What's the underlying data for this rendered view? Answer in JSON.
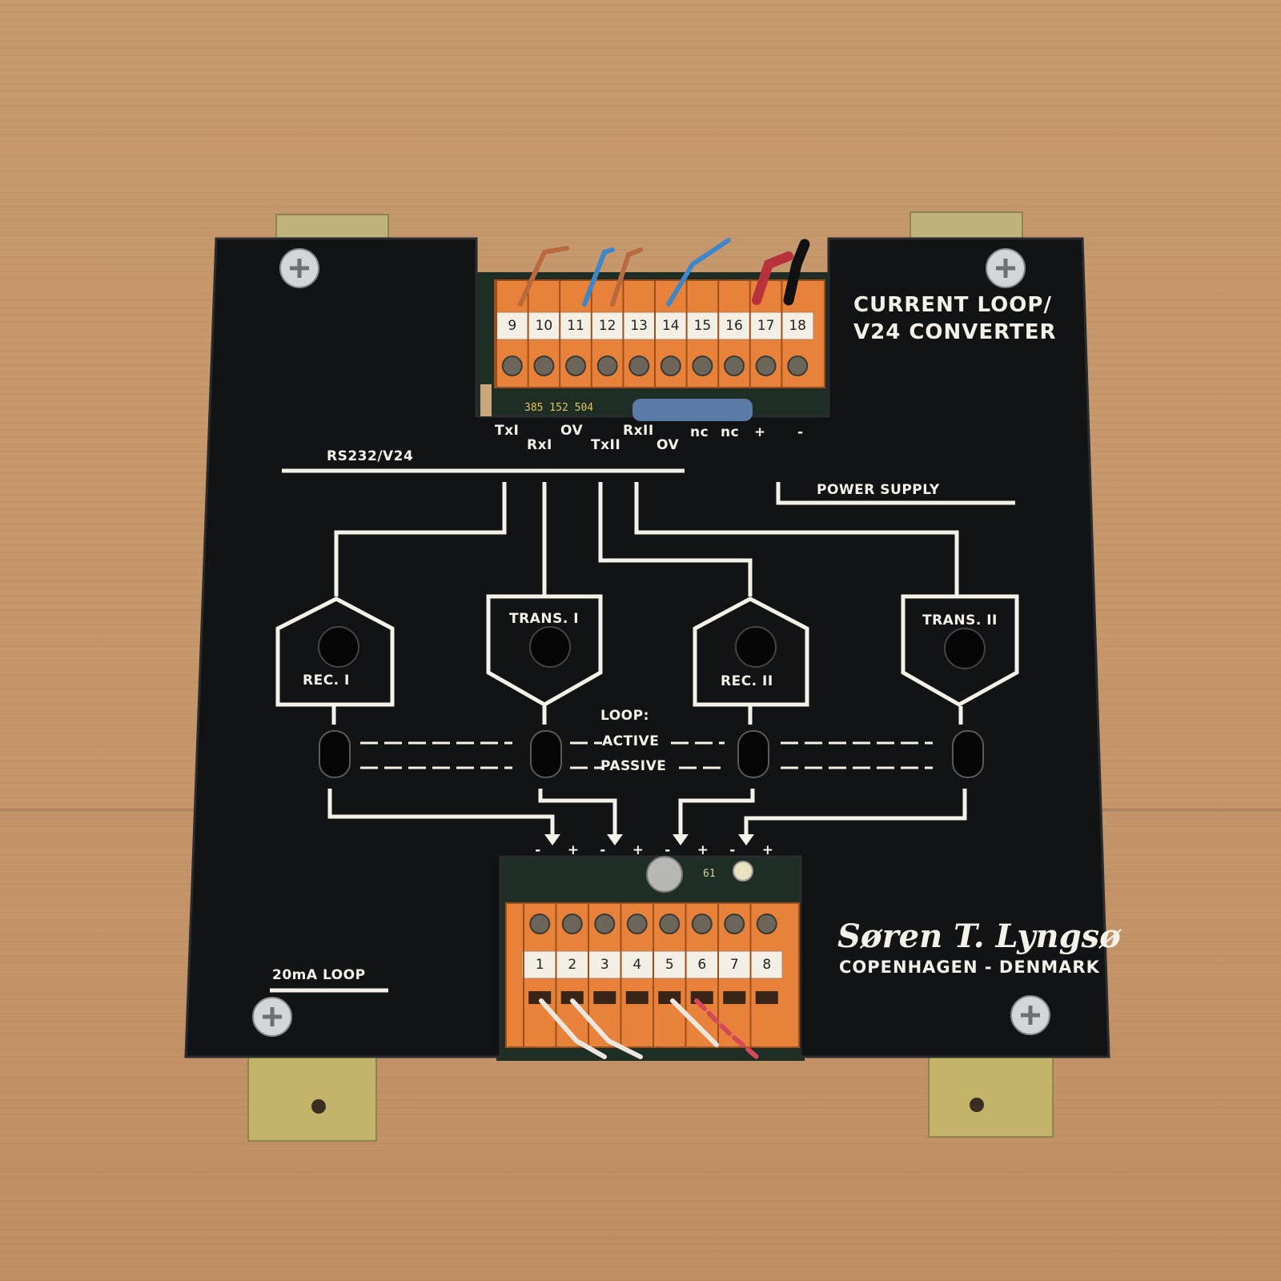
{
  "title": {
    "line1": "CURRENT LOOP/",
    "line2": "V24 CONVERTER"
  },
  "brand": {
    "name": "Søren T. Lyngsø",
    "location": "COPENHAGEN - DENMARK"
  },
  "sections": {
    "rs232": "RS232/V24",
    "power": "POWER SUPPLY",
    "loop20ma": "20mA LOOP"
  },
  "blocks": {
    "rec1": "REC. I",
    "trans1": "TRANS. I",
    "rec2": "REC. II",
    "trans2": "TRANS. II"
  },
  "loop": {
    "heading": "LOOP:",
    "active": "ACTIVE",
    "passive": "PASSIVE"
  },
  "top_terminal": {
    "numbers": [
      "9",
      "10",
      "11",
      "12",
      "13",
      "14",
      "15",
      "16",
      "17",
      "18"
    ],
    "signals_upper": [
      "TxI",
      "OV",
      "RxII",
      "nc",
      "nc",
      "+",
      "-"
    ],
    "signals_lower": [
      "RxI",
      "TxII",
      "OV"
    ]
  },
  "bottom_terminal": {
    "numbers": [
      "1",
      "2",
      "3",
      "4",
      "5",
      "6",
      "7",
      "8"
    ],
    "polarity": [
      "-",
      "+",
      "-",
      "+",
      "-",
      "+",
      "-",
      "+"
    ]
  },
  "pcb_code": "385 152 504",
  "component_marking": "61",
  "colors": {
    "panel": "#111214",
    "terminal_orange": "#e8823a",
    "cardboard": "#c79a6d",
    "bracket": "#b9ad68",
    "legend_white": "#f4f1e8"
  }
}
